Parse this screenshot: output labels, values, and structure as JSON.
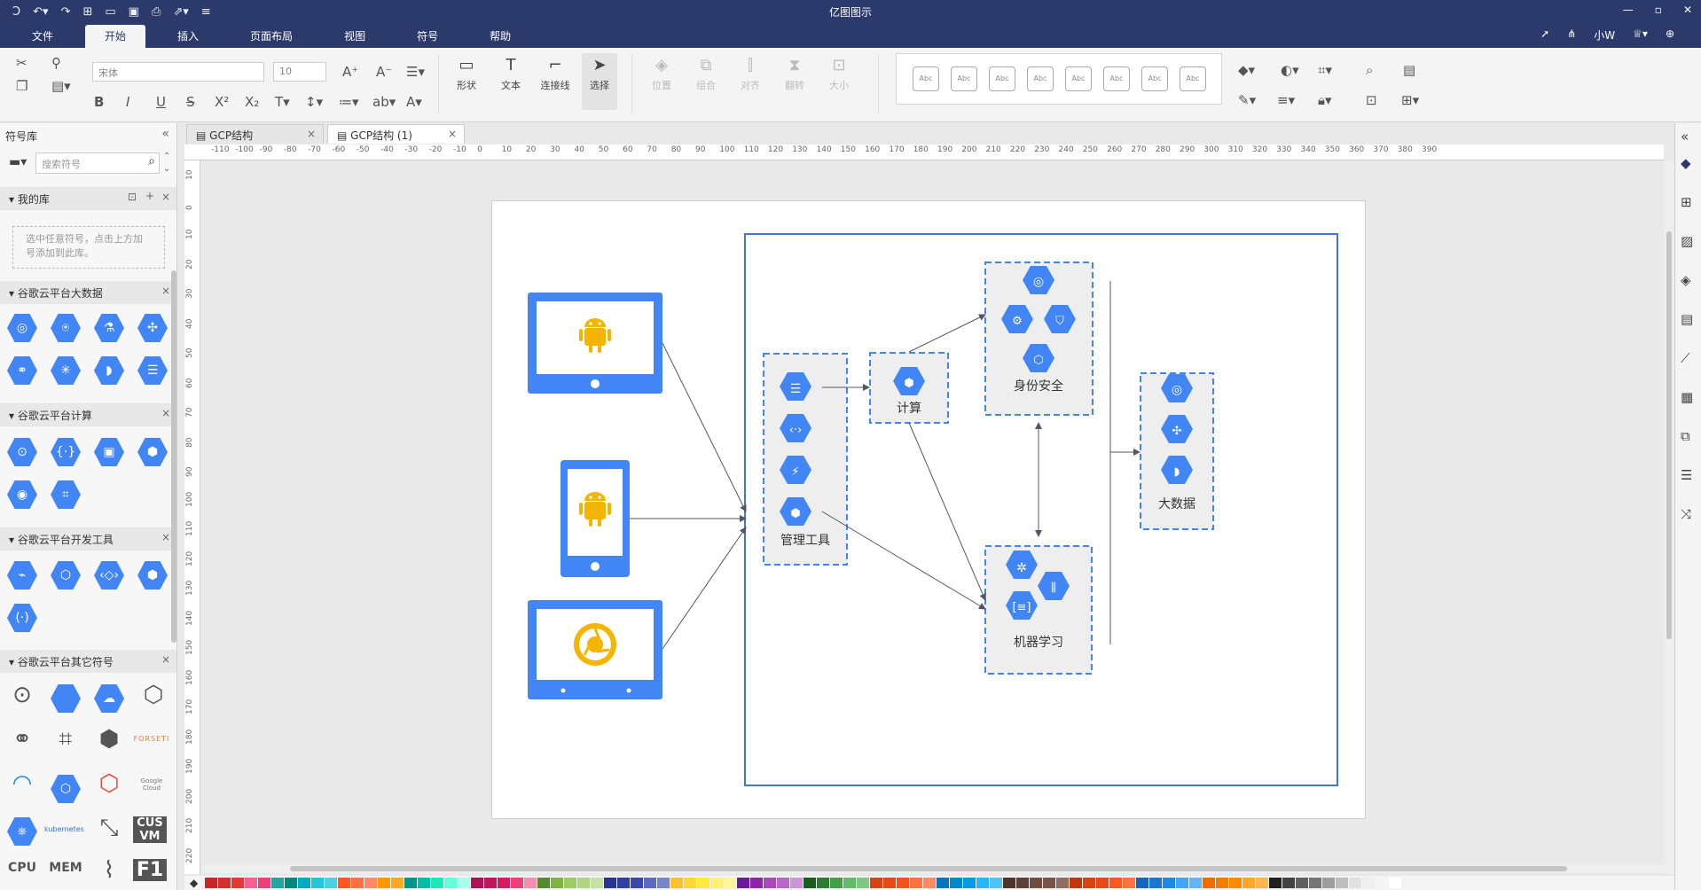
{
  "window": {
    "title": "亿图图示",
    "controls": [
      "—",
      "▫",
      "✕"
    ]
  },
  "menu": {
    "items": [
      "文件",
      "开始",
      "插入",
      "页面布局",
      "视图",
      "符号",
      "帮助"
    ],
    "active": "开始",
    "user": "小W"
  },
  "ribbon": {
    "font_name": "宋体",
    "font_size": "10",
    "buttons": {
      "shape": "形状",
      "text": "文本",
      "connector": "连接线",
      "select": "选择",
      "position": "位置",
      "group": "组合",
      "align": "对齐",
      "flip": "翻转",
      "size": "大小"
    },
    "style_swatch_label": "Abc"
  },
  "left_panel": {
    "title": "符号库",
    "search_placeholder": "搜索符号",
    "my_library": "我的库",
    "my_library_hint": "选中任意符号，点击上方加号添加到此库。",
    "sections": [
      "谷歌云平台大数据",
      "谷歌云平台计算",
      "谷歌云平台开发工具",
      "谷歌云平台其它符号"
    ],
    "other_symbol_texts": {
      "forseti": "FORSETI",
      "kubernetes": "kubernetes",
      "cus_vm": "CUS VM",
      "f1": "F1",
      "cpu": "CPU",
      "mem": "MEM"
    }
  },
  "tabs": [
    {
      "label": "GCP结构",
      "active": false
    },
    {
      "label": "GCP结构 (1)",
      "active": true
    }
  ],
  "rulers": {
    "h_ticks": [
      "-110",
      "-100",
      "-90",
      "-80",
      "-70",
      "-60",
      "-50",
      "-40",
      "-30",
      "-20",
      "-10",
      "0",
      "10",
      "20",
      "30",
      "40",
      "50",
      "60",
      "70",
      "80",
      "90",
      "100",
      "110",
      "120",
      "130",
      "140",
      "150",
      "160",
      "170",
      "180",
      "190",
      "200",
      "210",
      "220",
      "230",
      "240",
      "250",
      "260",
      "270",
      "280",
      "290",
      "300",
      "310",
      "320",
      "330",
      "340",
      "350",
      "360",
      "370",
      "380",
      "390"
    ],
    "v_ticks": [
      "10",
      "0",
      "10",
      "20",
      "30",
      "40",
      "50",
      "60",
      "70",
      "80",
      "90",
      "100",
      "110",
      "120",
      "130",
      "140",
      "150",
      "160",
      "170",
      "180",
      "190",
      "200",
      "210",
      "220"
    ]
  },
  "diagram": {
    "groups": {
      "management": "管理工具",
      "compute": "计算",
      "identity_security": "身份安全",
      "machine_learning": "机器学习",
      "big_data": "大数据"
    },
    "colors": {
      "gcp_blue": "#4285f4",
      "device_blue": "#4285f4",
      "android_yellow": "#f5b400",
      "frame_blue": "#3b78d8",
      "group_fill": "#eeeeee"
    }
  },
  "palette": [
    "#c62828",
    "#d32f2f",
    "#e53935",
    "#f06292",
    "#ec407a",
    "#26a69a",
    "#00897b",
    "#00acc1",
    "#26c6da",
    "#4dd0e1",
    "#ff5722",
    "#ff7043",
    "#ff8a65",
    "#ff9800",
    "#ffa726",
    "#009688",
    "#00bfa5",
    "#1de9b6",
    "#64ffda",
    "#a7ffeb",
    "#ad1457",
    "#c2185b",
    "#d81b60",
    "#ec407a",
    "#f48fb1",
    "#558b2f",
    "#7cb342",
    "#9ccc65",
    "#aed581",
    "#c5e1a5",
    "#283593",
    "#303f9f",
    "#3949ab",
    "#5c6bc0",
    "#7986cb",
    "#fbc02d",
    "#fdd835",
    "#ffeb3b",
    "#fff176",
    "#fff59d",
    "#6a1b9a",
    "#8e24aa",
    "#ab47bc",
    "#ba68c8",
    "#ce93d8",
    "#1b5e20",
    "#2e7d32",
    "#43a047",
    "#66bb6a",
    "#81c784",
    "#d84315",
    "#e64a19",
    "#f4511e",
    "#ff7043",
    "#ff8a65",
    "#0277bd",
    "#0288d1",
    "#039be5",
    "#29b6f6",
    "#4fc3f7",
    "#4e342e",
    "#5d4037",
    "#6d4c41",
    "#795548",
    "#8d6e63",
    "#bf360c",
    "#d84315",
    "#e64a19",
    "#ff5722",
    "#ff7043",
    "#1565c0",
    "#1976d2",
    "#1e88e5",
    "#42a5f5",
    "#64b5f6",
    "#ef6c00",
    "#f57c00",
    "#fb8c00",
    "#ffa726",
    "#ffb74d",
    "#212121",
    "#424242",
    "#616161",
    "#757575",
    "#9e9e9e",
    "#bdbdbd",
    "#e0e0e0",
    "#eeeeee",
    "#f5f5f5",
    "#ffffff"
  ]
}
